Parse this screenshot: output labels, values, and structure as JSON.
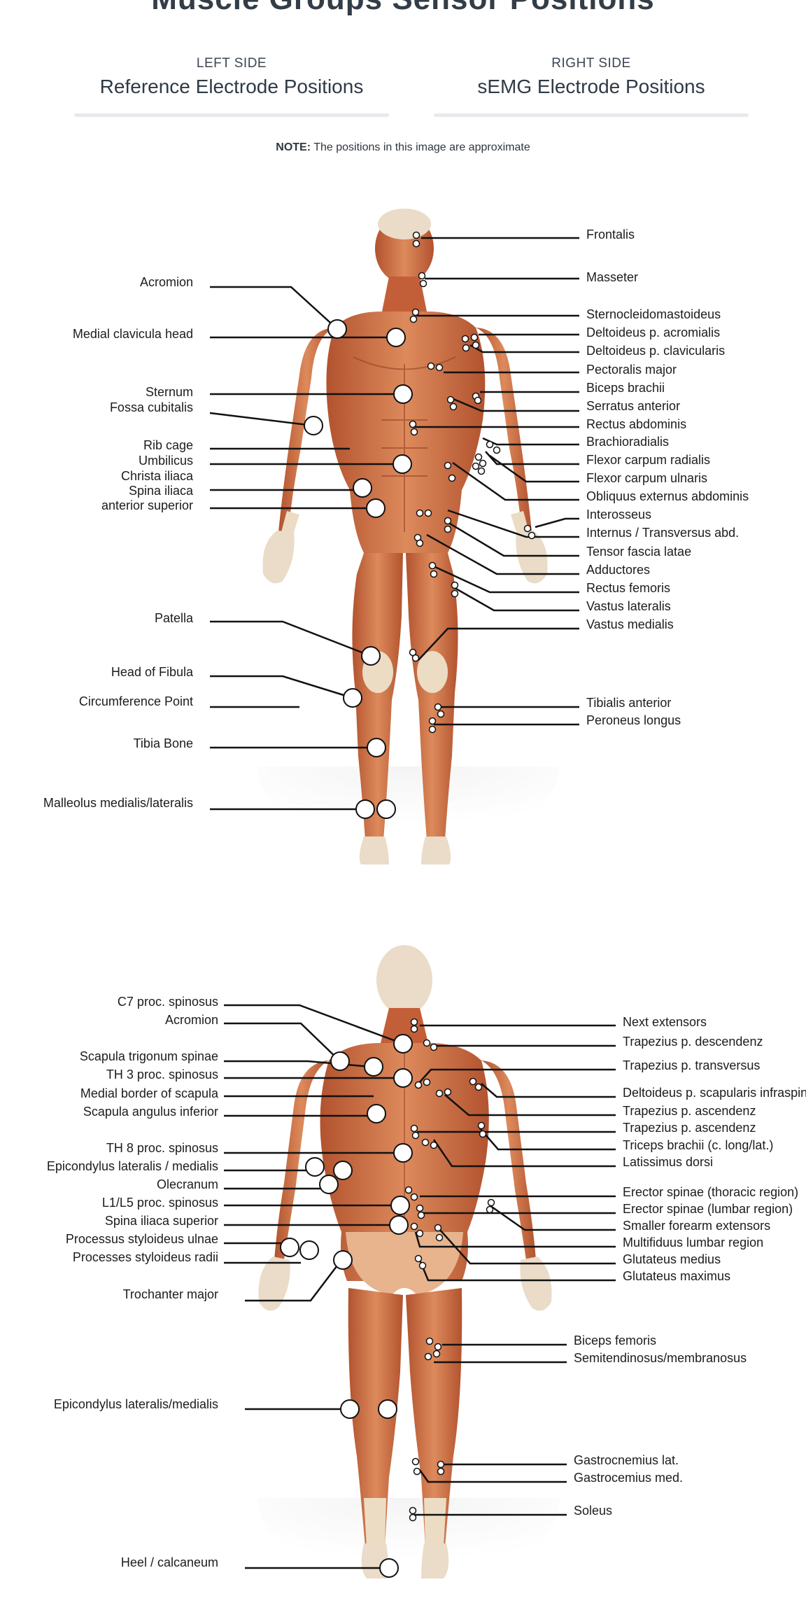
{
  "page_title": "Muscle Groups Sensor Positions",
  "left_column": {
    "side": "LEFT SIDE",
    "title": "Reference Electrode Positions"
  },
  "right_column": {
    "side": "RIGHT SIDE",
    "title": "sEMG Electrode Positions"
  },
  "note": {
    "bold": "NOTE:",
    "text": "The positions in this image are approximate"
  },
  "front_view": {
    "reference_labels": [
      "Acromion",
      "Medial clavicula head",
      "Sternum",
      "Fossa cubitalis",
      "Rib cage",
      "Umbilicus",
      "Christa iliaca",
      "Spina iliaca",
      "anterior superior",
      "Patella",
      "Head of Fibula",
      "Circumference Point",
      "Tibia Bone",
      "Malleolus medialis/lateralis"
    ],
    "semg_labels": [
      "Frontalis",
      "Masseter",
      "Sternocleidomastoideus",
      "Deltoideus p. acromialis",
      "Deltoideus p. clavicularis",
      "Pectoralis major",
      "Biceps brachii",
      "Serratus anterior",
      "Rectus abdominis",
      "Brachioradialis",
      "Flexor carpum radialis",
      "Flexor carpum ulnaris",
      "Obliquus externus abdominis",
      "Interosseus",
      "Internus / Transversus abd.",
      "Tensor fascia latae",
      "Adductores",
      "Rectus femoris",
      "Vastus lateralis",
      "Vastus medialis",
      "Tibialis anterior",
      "Peroneus longus"
    ]
  },
  "back_view": {
    "reference_labels": [
      "C7 proc. spinosus",
      "Acromion",
      "Scapula trigonum spinae",
      "TH 3 proc. spinosus",
      "Medial border of scapula",
      "Scapula angulus inferior",
      "TH 8 proc. spinosus",
      "Epicondylus lateralis / medialis",
      "Olecranum",
      "L1/L5 proc. spinosus",
      "Spina iliaca superior",
      "Processus styloideus ulnae",
      "Processes styloideus radii",
      "Trochanter major",
      "Epicondylus lateralis/medialis",
      "Heel / calcaneum"
    ],
    "semg_labels": [
      "Next extensors",
      "Trapezius p. descendenz",
      "Trapezius p. transversus",
      "Deltoideus p. scapularis infraspinatus",
      "Trapezius p. ascendenz",
      "Trapezius p. ascendenz",
      "Triceps brachii (c. long/lat.)",
      "Latissimus dorsi",
      "Erector spinae (thoracic region)",
      "Erector spinae (lumbar region)",
      "Smaller forearm extensors",
      "Multifiduus lumbar region",
      "Glutateus medius",
      "Glutateus maximus",
      "Biceps femoris",
      "Semitendinosus/membranosus",
      "Gastrocnemius lat.",
      "Gastrocemius med.",
      "Soleus"
    ]
  },
  "colors": {
    "skin": "#c8673f",
    "skin_light": "#e08a5e",
    "tendon": "#ecdcc4",
    "line": "#111111",
    "rule": "#e7e9ec"
  }
}
